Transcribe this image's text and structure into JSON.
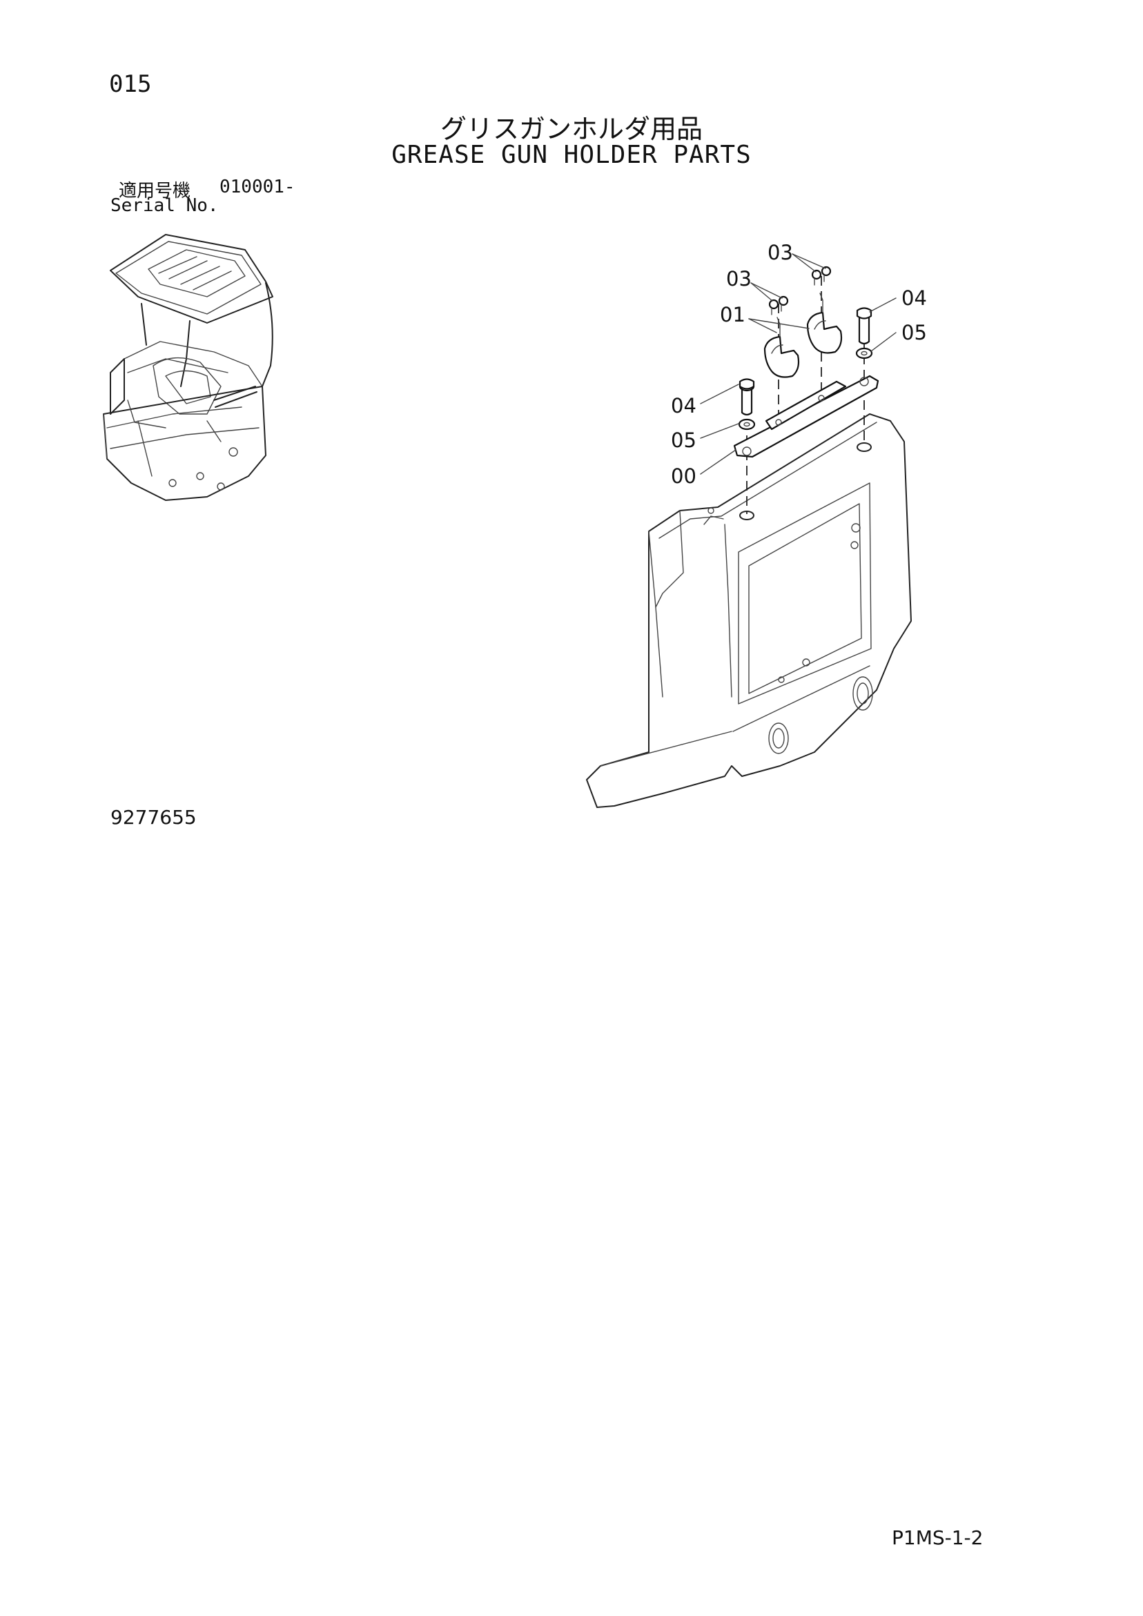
{
  "header": {
    "page_number": "015",
    "title_jp": "グリスガンホルダ用品",
    "title_en": "GREASE GUN HOLDER PARTS"
  },
  "serial": {
    "label_jp": "適用号機",
    "number": "010001-",
    "label_en": "Serial No."
  },
  "callouts": {
    "c03a": "03",
    "c03b": "03",
    "c01": "01",
    "c04a": "04",
    "c05a": "05",
    "c04b": "04",
    "c05b": "05",
    "c00": "00"
  },
  "footer": {
    "drawing_number": "9277655",
    "page_code": "P1MS-1-2"
  }
}
